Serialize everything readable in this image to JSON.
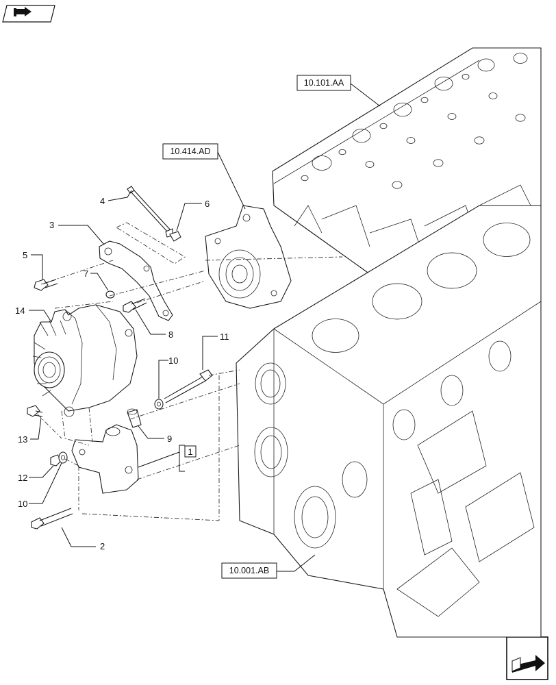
{
  "refs": {
    "cylinder_head": "10.101.AA",
    "water_pump": "10.414.AD",
    "engine_block": "10.001.AB"
  },
  "callouts": {
    "c1": "1",
    "c2": "2",
    "c3": "3",
    "c4": "4",
    "c5": "5",
    "c6": "6",
    "c7": "7",
    "c8": "8",
    "c9": "9",
    "c10a": "10",
    "c10b": "10",
    "c11": "11",
    "c12": "12",
    "c13": "13",
    "c14": "14"
  },
  "icons": {
    "top_left": "book-arrow-icon",
    "bottom_right": "next-page-arrow-icon"
  }
}
